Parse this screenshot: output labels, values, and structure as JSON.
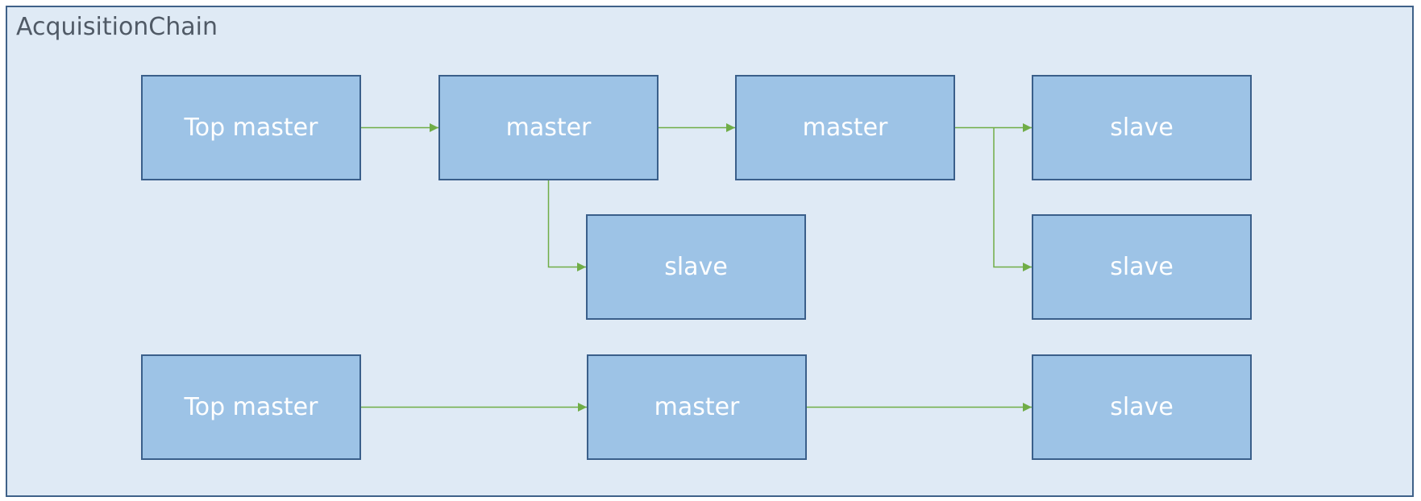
{
  "diagram": {
    "container_label": "AcquisitionChain",
    "colors": {
      "container_fill": "#dfeaf5",
      "container_border": "#3f6189",
      "node_fill": "#9dc3e6",
      "node_border": "#3a5f8a",
      "node_text": "#ffffff",
      "connector": "#70ad47"
    },
    "nodes": [
      {
        "id": "top-master-1",
        "label": "Top master"
      },
      {
        "id": "master-1",
        "label": "master"
      },
      {
        "id": "master-2",
        "label": "master"
      },
      {
        "id": "slave-1",
        "label": "slave"
      },
      {
        "id": "slave-2",
        "label": "slave"
      },
      {
        "id": "slave-3",
        "label": "slave"
      },
      {
        "id": "top-master-2",
        "label": "Top master"
      },
      {
        "id": "master-3",
        "label": "master"
      },
      {
        "id": "slave-4",
        "label": "slave"
      }
    ],
    "edges": [
      {
        "from": "top-master-1",
        "to": "master-1"
      },
      {
        "from": "master-1",
        "to": "master-2"
      },
      {
        "from": "master-1",
        "to": "slave-2"
      },
      {
        "from": "master-2",
        "to": "slave-1"
      },
      {
        "from": "master-2",
        "to": "slave-3"
      },
      {
        "from": "top-master-2",
        "to": "master-3"
      },
      {
        "from": "master-3",
        "to": "slave-4"
      }
    ]
  }
}
